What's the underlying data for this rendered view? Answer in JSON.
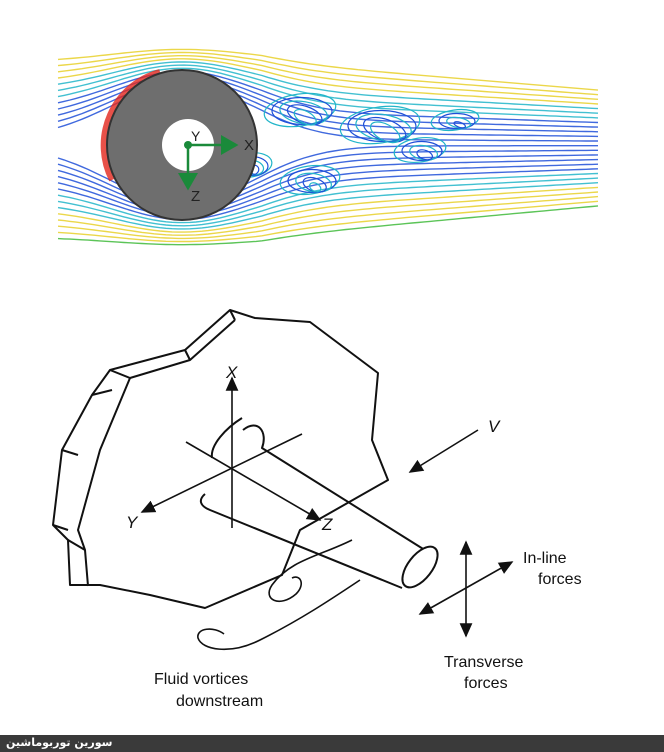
{
  "flow_figure": {
    "axis_labels": {
      "x": "X",
      "y": "Y",
      "z": "Z"
    },
    "colors": {
      "cylinder": "#6e6e6e",
      "hole": "#ffffff",
      "axis": "#1a8a3a",
      "streamline_slow": "#1e4fd8",
      "streamline_mid": "#21b5c9",
      "streamline_fast": "#e2261c",
      "streamline_warm": "#e8d02a",
      "streamline_green": "#3fba3b"
    }
  },
  "mechanism_figure": {
    "axis_labels": {
      "x": "X",
      "y": "Y",
      "z": "Z",
      "v": "V"
    },
    "inline_forces": {
      "line1": "In-line",
      "line2": "forces"
    },
    "transverse_forces": {
      "line1": "Transverse",
      "line2": "forces"
    },
    "vortices": {
      "line1": "Fluid vortices",
      "line2": "downstream"
    }
  },
  "footer": {
    "text": "سورین توربوماشین"
  }
}
